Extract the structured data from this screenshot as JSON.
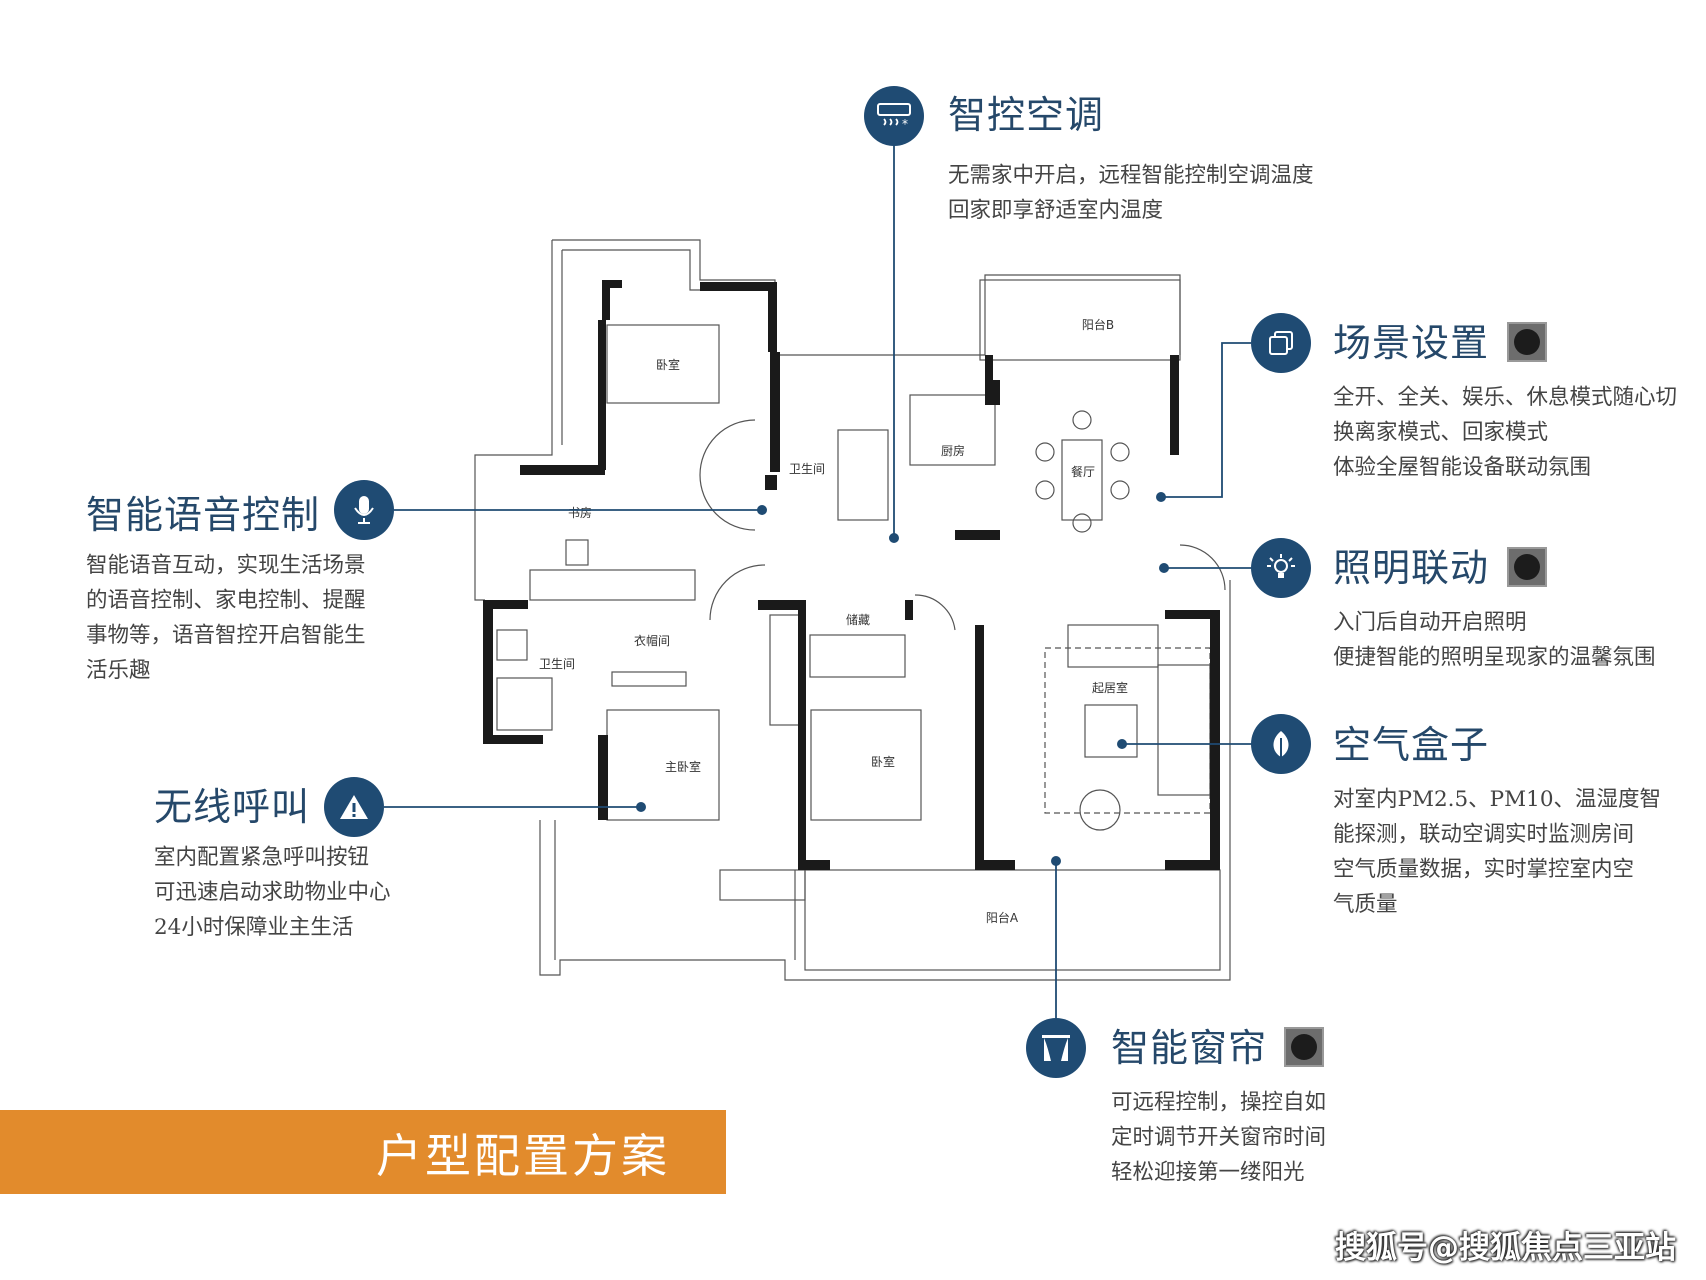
{
  "features": {
    "ac": {
      "title": "智控空调",
      "lines": [
        "无需家中开启，远程智能控制空调温度",
        "回家即享舒适室内温度"
      ],
      "icon": "air-conditioner-icon"
    },
    "scene": {
      "title": "场景设置",
      "lines": [
        "全开、全关、娱乐、休息模式随心切",
        "换离家模式、回家模式",
        "体验全屋智能设备联动氛围"
      ],
      "icon": "scene-layers-icon"
    },
    "voice": {
      "title": "智能语音控制",
      "lines": [
        "智能语音互动，实现生活场景",
        "的语音控制、家电控制、提醒",
        "事物等，语音智控开启智能生",
        "活乐趣"
      ],
      "icon": "microphone-icon"
    },
    "lighting": {
      "title": "照明联动",
      "lines": [
        "入门后自动开启照明",
        "便捷智能的照明呈现家的温馨氛围"
      ],
      "icon": "light-bulb-icon"
    },
    "air": {
      "title": "空气盒子",
      "lines": [
        "对室内PM2.5、PM10、温湿度智",
        "能探测，联动空调实时监测房间",
        "空气质量数据，实时掌控室内空",
        "气质量"
      ],
      "icon": "leaf-icon"
    },
    "call": {
      "title": "无线呼叫",
      "lines": [
        "室内配置紧急呼叫按钮",
        "可迅速启动求助物业中心",
        "24小时保障业主生活"
      ],
      "icon": "warning-icon"
    },
    "curtain": {
      "title": "智能窗帘",
      "lines": [
        "可远程控制，操控自如",
        "定时调节开关窗帘时间",
        "轻松迎接第一缕阳光"
      ],
      "icon": "curtain-icon"
    }
  },
  "rooms": {
    "bedroom_nw": "卧室",
    "bathroom_n": "卫生间",
    "kitchen": "厨房",
    "balcony_b": "阳台B",
    "dining": "餐厅",
    "study": "书房",
    "bathroom_w": "卫生间",
    "closet": "衣帽间",
    "storage": "储藏",
    "master": "主卧室",
    "bedroom_s": "卧室",
    "living": "起居室",
    "balcony_a": "阳台A"
  },
  "banner": "户型配置方案",
  "watermark": "搜狐号@搜狐焦点三亚站",
  "colors": {
    "accent": "#1f4b73",
    "title": "#25486a",
    "banner": "#e28b2c",
    "wall": "#1a1a1a"
  }
}
